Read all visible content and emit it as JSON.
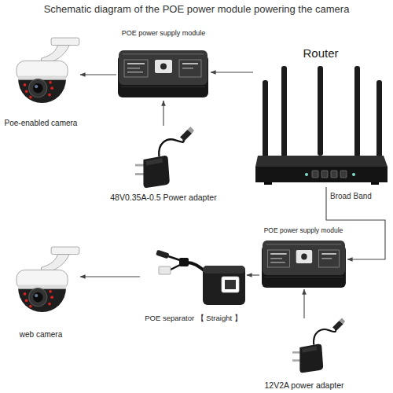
{
  "diagram": {
    "title": "Schematic diagram of the POE power module powering the camera",
    "nodes": [
      {
        "text": [
          "POE power supply module"
        ]
      },
      {
        "text": [
          "Poe-enabled camera"
        ]
      },
      {
        "text": [
          "Router"
        ]
      },
      {
        "text": [
          "48V0.35A-0.5 Power adapter"
        ]
      },
      {
        "text": [
          "POE power supply module"
        ]
      },
      {
        "text": [
          "POE separator 【 Straight 】"
        ]
      },
      {
        "text": [
          "web camera"
        ]
      },
      {
        "text": [
          "12V2A power adapter"
        ]
      }
    ],
    "edges": [
      {
        "from": 0,
        "to": 1,
        "arrow": "to"
      },
      {
        "from": 2,
        "to": 0,
        "arrow": "to"
      },
      {
        "from": 3,
        "to": 0,
        "arrow": "to"
      },
      {
        "from": 2,
        "to": 4,
        "arrow": "to"
      },
      {
        "from": 4,
        "to": 5,
        "arrow": "to"
      },
      {
        "from": 5,
        "to": 6,
        "arrow": "to"
      },
      {
        "from": 7,
        "to": 4,
        "arrow": "to"
      }
    ],
    "labels": [
      "Broad Band"
    ]
  }
}
